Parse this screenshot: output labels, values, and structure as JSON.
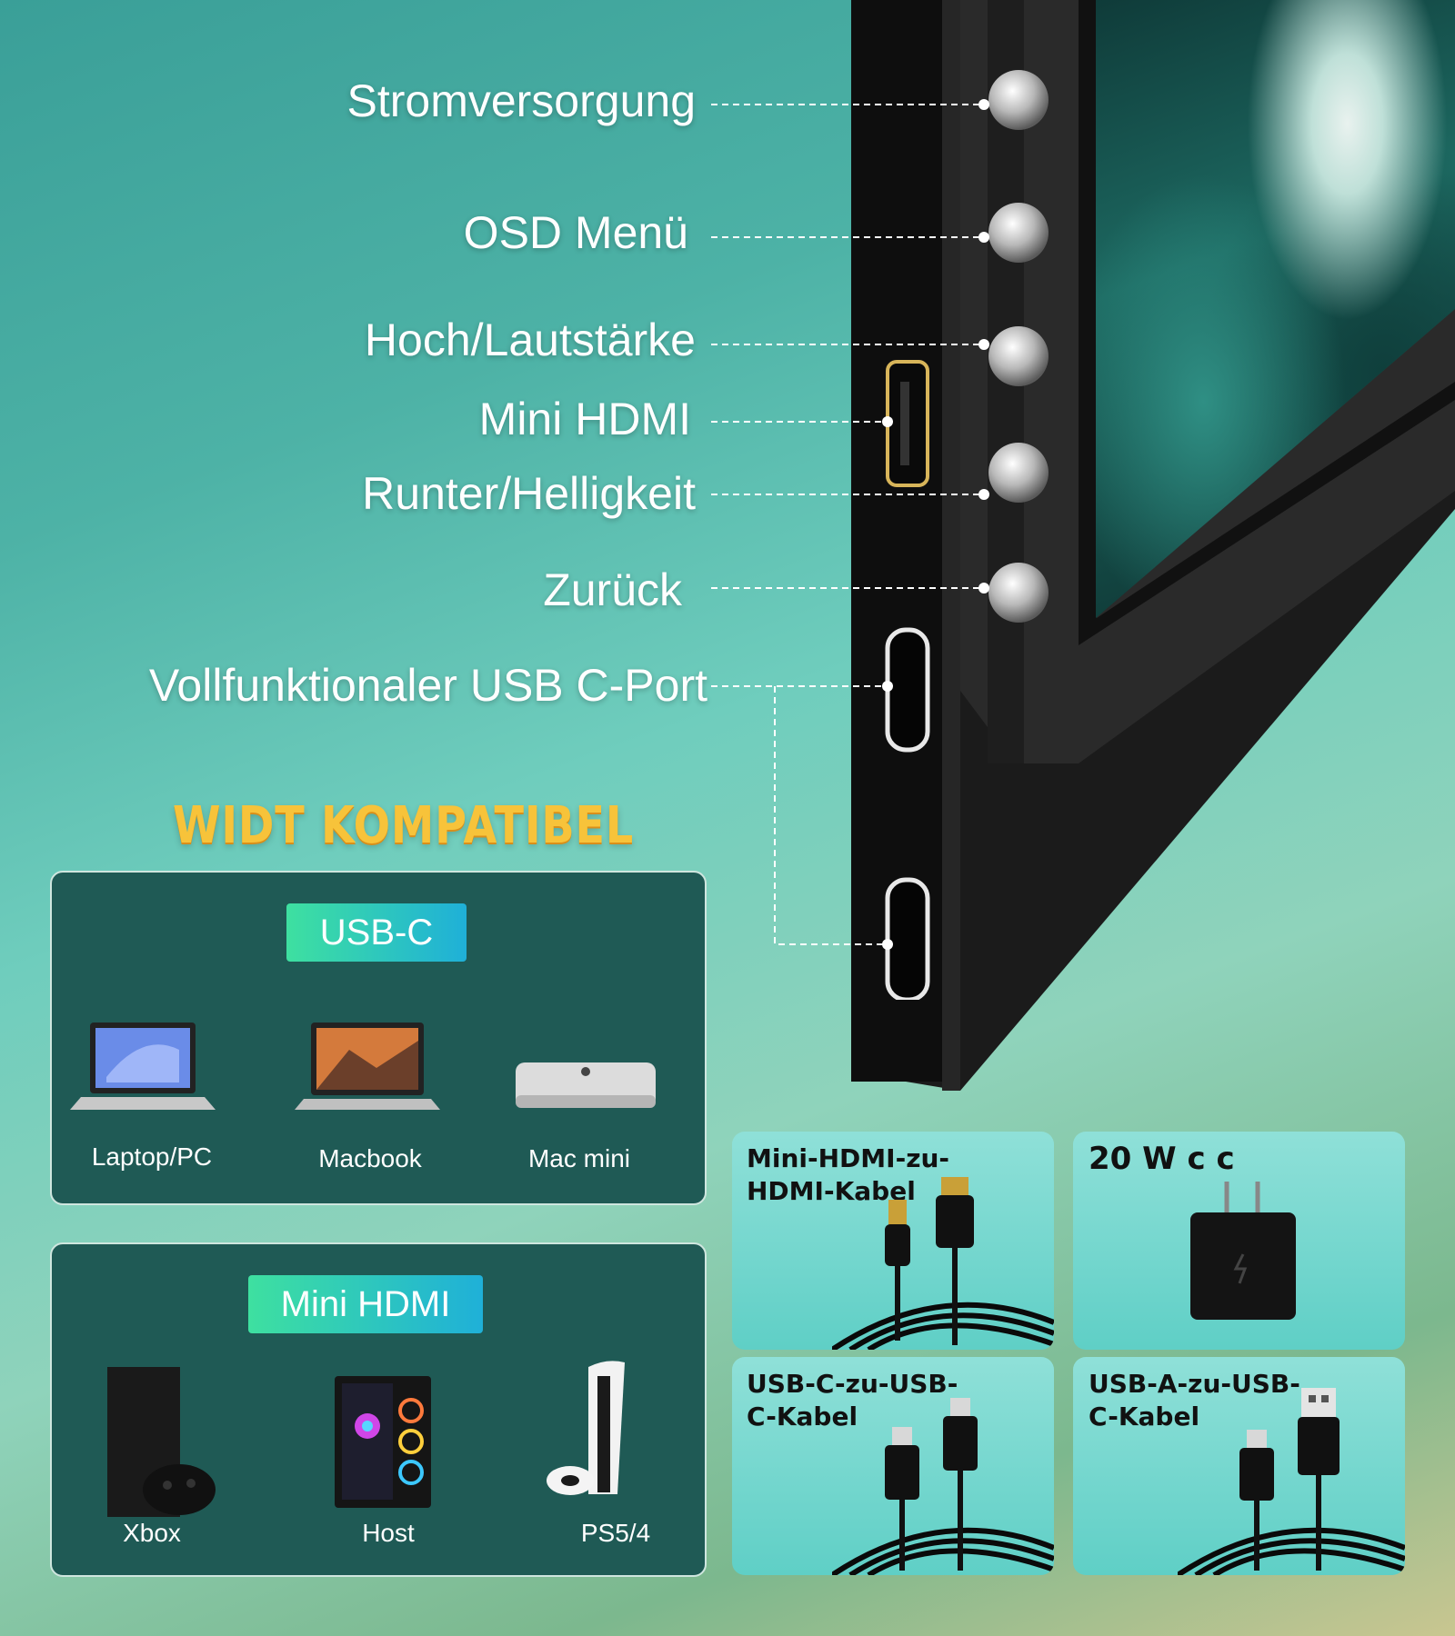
{
  "controls": {
    "power": "Stromversorgung",
    "osd": "OSD Menü",
    "up": "Hoch/Lautstärke",
    "mini_hdmi": "Mini HDMI",
    "down": "Runter/Helligkeit",
    "back": "Zurück",
    "usbc": "Vollfunktionaler USB C-Port"
  },
  "compat": {
    "title": "WIDT KOMPATIBEL",
    "usbc_panel": {
      "header": "USB-C",
      "devices": [
        "Laptop/PC",
        "Macbook",
        "Mac mini"
      ]
    },
    "hdmi_panel": {
      "header": "Mini HDMI",
      "devices": [
        "Xbox",
        "Host",
        "PS5/4"
      ]
    }
  },
  "accessories": [
    {
      "label": "Mini-HDMI-zu-\nHDMI-Kabel"
    },
    {
      "label": "20 W c c"
    },
    {
      "label": "USB-C-zu-USB-\nC-Kabel"
    },
    {
      "label": "USB-A-zu-USB-\nC-Kabel"
    }
  ],
  "colors": {
    "title_gold": "#f7c33a",
    "panel_bg": "#1f5a55",
    "pill_start": "#3ee0a0",
    "pill_end": "#1fb0d8"
  }
}
